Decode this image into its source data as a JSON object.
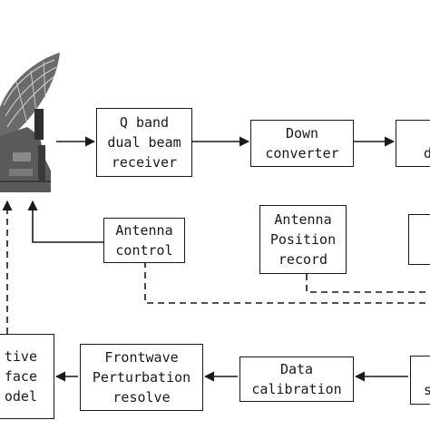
{
  "blocks": {
    "receiver": {
      "lines": [
        "Q band",
        "dual beam",
        "receiver"
      ]
    },
    "down_converter": {
      "lines": [
        "Down",
        "converter"
      ]
    },
    "right_top_box": {
      "lines": [
        "d"
      ]
    },
    "antenna_control": {
      "lines": [
        "Antenna",
        "control"
      ]
    },
    "antenna_position_record": {
      "lines": [
        "Antenna",
        "Position",
        "record"
      ]
    },
    "right_mid_box": {
      "lines": []
    },
    "active_surface_model": {
      "lines": [
        "tive",
        "face",
        "odel"
      ]
    },
    "frontwave_perturbation": {
      "lines": [
        "Frontwave",
        "Perturbation",
        "resolve"
      ]
    },
    "data_calibration": {
      "lines": [
        "Data",
        "calibration"
      ]
    },
    "right_bottom_box": {
      "lines": [
        "s"
      ]
    }
  },
  "colors": {
    "line": "#1a1a1a",
    "dish": "#5a5a5a",
    "dish_dark": "#2e2e2e"
  },
  "icons": {
    "antenna": "radio-telescope-icon"
  }
}
